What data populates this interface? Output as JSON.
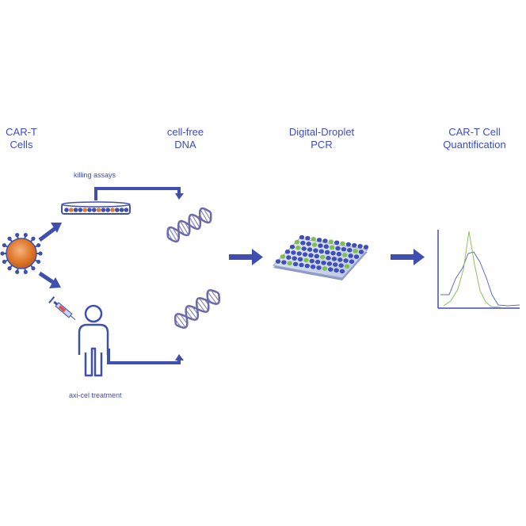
{
  "headers": [
    {
      "line1": "CAR-T",
      "line2": "Cells"
    },
    {
      "line1": "cell-free",
      "line2": "DNA"
    },
    {
      "line1": "Digital-Droplet",
      "line2": "PCR"
    },
    {
      "line1": "CAR-T Cell",
      "line2": "Quantification"
    }
  ],
  "labels": {
    "killing_assays": "killing assays",
    "axi_cel_treatment": "axi-cel treatment"
  },
  "colors": {
    "accent": "#3b4bc4",
    "arrow": "#3f4fb0",
    "dna": "#6c6ba8",
    "cell_orange": "#e07a2e",
    "droplet_green": "#7fbf4d",
    "droplet_blue": "#3f4fb8",
    "plate": "#cfd8ee"
  },
  "icons": [
    "car-t-cell-icon",
    "petri-dish-icon",
    "syringe-icon",
    "patient-icon",
    "dna-helix-icon",
    "ddpcr-plate-icon",
    "quantification-plot-icon"
  ]
}
